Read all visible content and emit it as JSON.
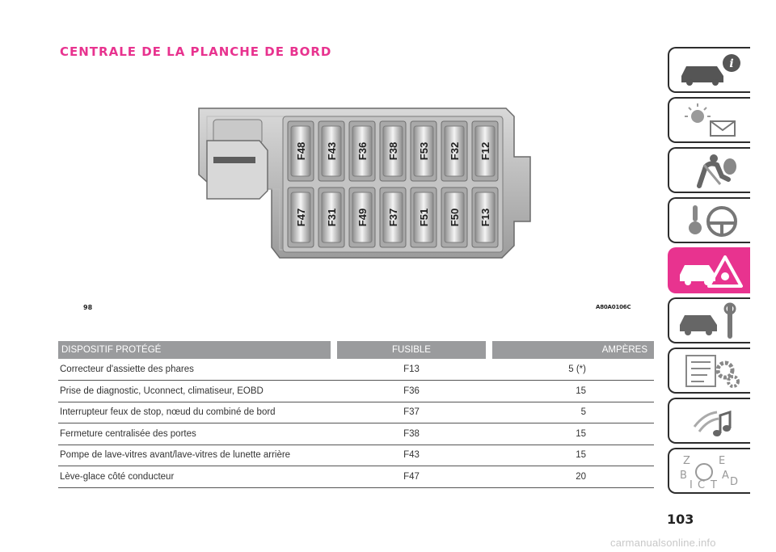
{
  "section": {
    "title": "CENTRALE DE LA PLANCHE DE BORD"
  },
  "figure": {
    "number": "98",
    "code": "A80A0106C",
    "top_row": [
      "F48",
      "F43",
      "F36",
      "F38",
      "F53",
      "F32",
      "F12"
    ],
    "bottom_row": [
      "F47",
      "F31",
      "F49",
      "F37",
      "F51",
      "F50",
      "F13"
    ]
  },
  "table": {
    "headers": [
      "DISPOSITIF PROTÉGÉ",
      "FUSIBLE",
      "AMPÈRES"
    ],
    "rows": [
      {
        "device": "Correcteur d'assiette des phares",
        "fuse": "F13",
        "amps": "5 (*)"
      },
      {
        "device": "Prise de diagnostic, Uconnect, climatiseur, EOBD",
        "fuse": "F36",
        "amps": "15"
      },
      {
        "device": "Interrupteur feux de stop, nœud du combiné de bord",
        "fuse": "F37",
        "amps": "5"
      },
      {
        "device": "Fermeture centralisée des portes",
        "fuse": "F38",
        "amps": "15"
      },
      {
        "device": "Pompe de lave-vitres avant/lave-vitres de lunette arrière",
        "fuse": "F43",
        "amps": "15"
      },
      {
        "device": "Lève-glace côté conducteur",
        "fuse": "F47",
        "amps": "20"
      }
    ]
  },
  "sidebar": {
    "tabs": [
      {
        "icon": "car-info-icon",
        "active": false
      },
      {
        "icon": "warning-lights-message-icon",
        "active": false
      },
      {
        "icon": "seatbelt-airbag-icon",
        "active": false
      },
      {
        "icon": "key-steering-wheel-icon",
        "active": false
      },
      {
        "icon": "car-emergency-triangle-icon",
        "active": true
      },
      {
        "icon": "car-maintenance-wrench-icon",
        "active": false
      },
      {
        "icon": "technical-data-gear-icon",
        "active": false
      },
      {
        "icon": "multimedia-music-icon",
        "active": false
      },
      {
        "icon": "alphabetical-index-icon",
        "active": false
      }
    ],
    "accent": "#e8338f"
  },
  "page": {
    "number": "103"
  },
  "watermark": {
    "text": "carmanualsonline.info"
  }
}
